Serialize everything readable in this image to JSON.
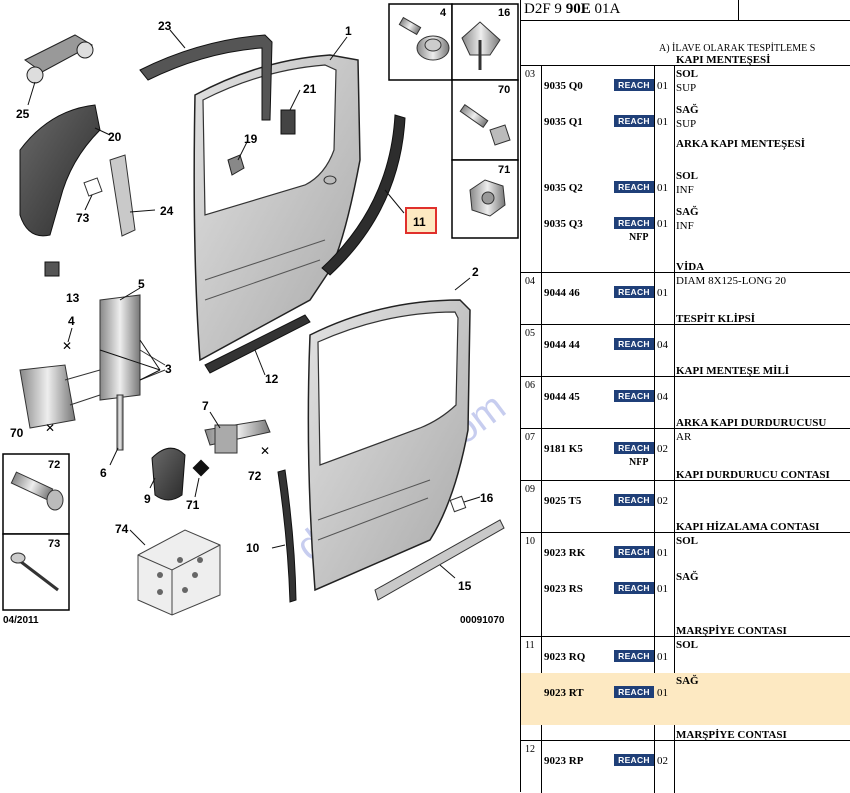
{
  "diagram": {
    "callouts": [
      "1",
      "2",
      "3",
      "4",
      "5",
      "6",
      "7",
      "9",
      "10",
      "11",
      "12",
      "13",
      "15",
      "16",
      "19",
      "20",
      "21",
      "23",
      "24",
      "25",
      "70",
      "71",
      "72",
      "73",
      "74"
    ],
    "highlighted_callout": "11",
    "insets": [
      {
        "num": "4"
      },
      {
        "num": "16"
      },
      {
        "num": "70"
      },
      {
        "num": "71"
      },
      {
        "num": "72"
      },
      {
        "num": "73"
      }
    ],
    "date": "04/2011",
    "ref": "00091070",
    "watermark": "duyukoto.com",
    "highlight_color": "#fde9c2",
    "highlight_border": "#e0302c"
  },
  "panel": {
    "title_prefix": "D2F 9 ",
    "title_bold": "90E",
    "title_suffix": " 01A",
    "note": "A) İLAVE OLARAK TESPİTLEME S",
    "reach_label": "REACH",
    "groups": [
      {
        "num": "03",
        "rows": [
          {
            "pn": "9035 Q0",
            "qty": "01",
            "name": "KAPI MENTEŞESİ",
            "sub1": "SOL",
            "sub2": "SUP",
            "nfp": ""
          },
          {
            "pn": "9035 Q1",
            "qty": "01",
            "name": "",
            "sub1": "SAĞ",
            "sub2": "SUP",
            "nfp": ""
          },
          {
            "pn": "9035 Q2",
            "qty": "01",
            "name": "ARKA KAPI MENTEŞESİ",
            "sub1": "SOL",
            "sub2": "INF",
            "nfp": ""
          },
          {
            "pn": "9035 Q3",
            "qty": "01",
            "name": "",
            "sub1": "SAĞ",
            "sub2": "INF",
            "nfp": "NFP"
          }
        ]
      },
      {
        "num": "04",
        "rows": [
          {
            "pn": "9044 46",
            "qty": "01",
            "name": "VİDA",
            "sub1": "DIAM 8X125-LONG 20",
            "sub2": "",
            "nfp": ""
          }
        ]
      },
      {
        "num": "05",
        "rows": [
          {
            "pn": "9044 44",
            "qty": "04",
            "name": "TESPİT KLİPSİ",
            "sub1": "",
            "sub2": "",
            "nfp": ""
          }
        ]
      },
      {
        "num": "06",
        "rows": [
          {
            "pn": "9044 45",
            "qty": "04",
            "name": "KAPI MENTEŞE MİLİ",
            "sub1": "",
            "sub2": "",
            "nfp": ""
          }
        ]
      },
      {
        "num": "07",
        "rows": [
          {
            "pn": "9181 K5",
            "qty": "02",
            "name": "ARKA KAPI DURDURUCUSU",
            "sub1": "AR",
            "sub2": "",
            "nfp": "NFP"
          }
        ]
      },
      {
        "num": "09",
        "rows": [
          {
            "pn": "9025 T5",
            "qty": "02",
            "name": "KAPI DURDURUCU CONTASI",
            "sub1": "",
            "sub2": "",
            "nfp": ""
          }
        ]
      },
      {
        "num": "10",
        "rows": [
          {
            "pn": "9023 RK",
            "qty": "01",
            "name": "KAPI HİZALAMA CONTASI",
            "sub1": "SOL",
            "sub2": "",
            "nfp": ""
          },
          {
            "pn": "9023 RS",
            "qty": "01",
            "name": "",
            "sub1": "SAĞ",
            "sub2": "",
            "nfp": ""
          }
        ]
      },
      {
        "num": "11",
        "rows": [
          {
            "pn": "9023 RQ",
            "qty": "01",
            "name": "MARŞPİYE CONTASI",
            "sub1": "SOL",
            "sub2": "",
            "nfp": ""
          },
          {
            "pn": "9023 RT",
            "qty": "01",
            "name": "",
            "sub1": "SAĞ",
            "sub2": "",
            "nfp": "",
            "highlight": true
          }
        ]
      },
      {
        "num": "12",
        "rows": [
          {
            "pn": "9023 RP",
            "qty": "02",
            "name": "MARŞPİYE CONTASI",
            "sub1": "",
            "sub2": "",
            "nfp": ""
          }
        ]
      }
    ]
  }
}
